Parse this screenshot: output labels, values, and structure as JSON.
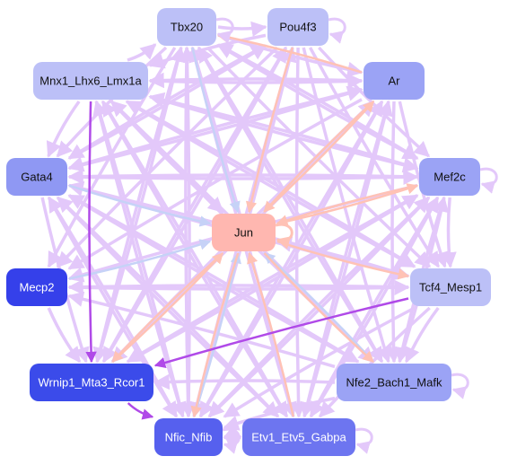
{
  "colors": {
    "edge_default": "#e3c8fa",
    "edge_strong": "#b04ae8",
    "edge_peach": "#ffc2b5",
    "edge_blue": "#c6d2f7",
    "node_light": "#bcc0f7",
    "node_mid": "#9ba3f5",
    "node_dark": "#3b4bea",
    "node_hub": "#ffb7b0",
    "label_dark": "#111111",
    "label_light": "#ffffff"
  },
  "nodes": [
    {
      "id": "tbx20",
      "label": "Tbx20",
      "fill": "#bcc0f7",
      "text": "#111111"
    },
    {
      "id": "pou4f3",
      "label": "Pou4f3",
      "fill": "#bcc0f7",
      "text": "#111111"
    },
    {
      "id": "mnx1",
      "label": "Mnx1_Lhx6_Lmx1a",
      "fill": "#bcc0f7",
      "text": "#111111"
    },
    {
      "id": "ar",
      "label": "Ar",
      "fill": "#9ba3f5",
      "text": "#111111"
    },
    {
      "id": "gata4",
      "label": "Gata4",
      "fill": "#8f98f3",
      "text": "#111111"
    },
    {
      "id": "mef2c",
      "label": "Mef2c",
      "fill": "#9ba3f5",
      "text": "#111111"
    },
    {
      "id": "jun",
      "label": "Jun",
      "fill": "#ffb7b0",
      "text": "#111111"
    },
    {
      "id": "mecp2",
      "label": "Mecp2",
      "fill": "#3540ea",
      "text": "#ffffff"
    },
    {
      "id": "tcf4",
      "label": "Tcf4_Mesp1",
      "fill": "#bcc0f7",
      "text": "#111111"
    },
    {
      "id": "wrnip1",
      "label": "Wrnip1_Mta3_Rcor1",
      "fill": "#3b4bea",
      "text": "#ffffff"
    },
    {
      "id": "nfe2",
      "label": "Nfe2_Bach1_Mafk",
      "fill": "#9ba3f5",
      "text": "#111111"
    },
    {
      "id": "nfic",
      "label": "Nfic_Nfib",
      "fill": "#5660ee",
      "text": "#ffffff"
    },
    {
      "id": "etv1",
      "label": "Etv1_Etv5_Gabpa",
      "fill": "#6d75f0",
      "text": "#ffffff"
    }
  ],
  "edges": [
    {
      "from": "tbx20",
      "to": "pou4f3",
      "style": "default"
    },
    {
      "from": "tbx20",
      "to": "ar",
      "style": "default"
    },
    {
      "from": "tbx20",
      "to": "mef2c",
      "style": "default"
    },
    {
      "from": "tbx20",
      "to": "gata4",
      "style": "default"
    },
    {
      "from": "tbx20",
      "to": "mecp2",
      "style": "default"
    },
    {
      "from": "tbx20",
      "to": "wrnip1",
      "style": "default"
    },
    {
      "from": "tbx20",
      "to": "nfic",
      "style": "default"
    },
    {
      "from": "tbx20",
      "to": "etv1",
      "style": "default"
    },
    {
      "from": "tbx20",
      "to": "nfe2",
      "style": "default"
    },
    {
      "from": "tbx20",
      "to": "tcf4",
      "style": "default"
    },
    {
      "from": "tbx20",
      "to": "jun",
      "style": "blue"
    },
    {
      "from": "pou4f3",
      "to": "mnx1",
      "style": "default"
    },
    {
      "from": "pou4f3",
      "to": "gata4",
      "style": "default"
    },
    {
      "from": "pou4f3",
      "to": "mef2c",
      "style": "default"
    },
    {
      "from": "pou4f3",
      "to": "mecp2",
      "style": "default"
    },
    {
      "from": "pou4f3",
      "to": "wrnip1",
      "style": "default"
    },
    {
      "from": "pou4f3",
      "to": "nfic",
      "style": "default"
    },
    {
      "from": "pou4f3",
      "to": "etv1",
      "style": "default"
    },
    {
      "from": "pou4f3",
      "to": "nfe2",
      "style": "default"
    },
    {
      "from": "pou4f3",
      "to": "tcf4",
      "style": "default"
    },
    {
      "from": "pou4f3",
      "to": "jun",
      "style": "peach"
    },
    {
      "from": "mnx1",
      "to": "tbx20",
      "style": "default"
    },
    {
      "from": "mnx1",
      "to": "ar",
      "style": "default"
    },
    {
      "from": "mnx1",
      "to": "mef2c",
      "style": "default"
    },
    {
      "from": "mnx1",
      "to": "gata4",
      "style": "default"
    },
    {
      "from": "mnx1",
      "to": "wrnip1",
      "style": "strong"
    },
    {
      "from": "mnx1",
      "to": "nfic",
      "style": "default"
    },
    {
      "from": "mnx1",
      "to": "etv1",
      "style": "default"
    },
    {
      "from": "mnx1",
      "to": "nfe2",
      "style": "default"
    },
    {
      "from": "mnx1",
      "to": "tcf4",
      "style": "default"
    },
    {
      "from": "mnx1",
      "to": "jun",
      "style": "default"
    },
    {
      "from": "ar",
      "to": "tbx20",
      "style": "peach"
    },
    {
      "from": "ar",
      "to": "mnx1",
      "style": "default"
    },
    {
      "from": "ar",
      "to": "gata4",
      "style": "default"
    },
    {
      "from": "ar",
      "to": "mecp2",
      "style": "default"
    },
    {
      "from": "ar",
      "to": "wrnip1",
      "style": "default"
    },
    {
      "from": "ar",
      "to": "nfic",
      "style": "default"
    },
    {
      "from": "ar",
      "to": "etv1",
      "style": "default"
    },
    {
      "from": "ar",
      "to": "nfe2",
      "style": "default"
    },
    {
      "from": "ar",
      "to": "tcf4",
      "style": "default"
    },
    {
      "from": "ar",
      "to": "jun",
      "style": "peach"
    },
    {
      "from": "gata4",
      "to": "pou4f3",
      "style": "default"
    },
    {
      "from": "gata4",
      "to": "ar",
      "style": "default"
    },
    {
      "from": "gata4",
      "to": "mef2c",
      "style": "default"
    },
    {
      "from": "gata4",
      "to": "wrnip1",
      "style": "default"
    },
    {
      "from": "gata4",
      "to": "nfic",
      "style": "default"
    },
    {
      "from": "gata4",
      "to": "etv1",
      "style": "default"
    },
    {
      "from": "gata4",
      "to": "nfe2",
      "style": "default"
    },
    {
      "from": "gata4",
      "to": "tcf4",
      "style": "default"
    },
    {
      "from": "gata4",
      "to": "jun",
      "style": "blue"
    },
    {
      "from": "mef2c",
      "to": "tbx20",
      "style": "default"
    },
    {
      "from": "mef2c",
      "to": "mnx1",
      "style": "default"
    },
    {
      "from": "mef2c",
      "to": "gata4",
      "style": "default"
    },
    {
      "from": "mef2c",
      "to": "mecp2",
      "style": "default"
    },
    {
      "from": "mef2c",
      "to": "wrnip1",
      "style": "default"
    },
    {
      "from": "mef2c",
      "to": "nfic",
      "style": "default"
    },
    {
      "from": "mef2c",
      "to": "etv1",
      "style": "default"
    },
    {
      "from": "mef2c",
      "to": "nfe2",
      "style": "default"
    },
    {
      "from": "mef2c",
      "to": "tcf4",
      "style": "default"
    },
    {
      "from": "mef2c",
      "to": "jun",
      "style": "peach"
    },
    {
      "from": "mecp2",
      "to": "tcf4",
      "style": "default"
    },
    {
      "from": "mecp2",
      "to": "wrnip1",
      "style": "default"
    },
    {
      "from": "mecp2",
      "to": "jun",
      "style": "blue"
    },
    {
      "from": "tcf4",
      "to": "mnx1",
      "style": "default"
    },
    {
      "from": "tcf4",
      "to": "gata4",
      "style": "default"
    },
    {
      "from": "tcf4",
      "to": "mecp2",
      "style": "default"
    },
    {
      "from": "tcf4",
      "to": "wrnip1",
      "style": "strong"
    },
    {
      "from": "tcf4",
      "to": "nfic",
      "style": "default"
    },
    {
      "from": "tcf4",
      "to": "etv1",
      "style": "default"
    },
    {
      "from": "tcf4",
      "to": "nfe2",
      "style": "default"
    },
    {
      "from": "tcf4",
      "to": "jun",
      "style": "default"
    },
    {
      "from": "wrnip1",
      "to": "nfic",
      "style": "strong"
    },
    {
      "from": "wrnip1",
      "to": "tbx20",
      "style": "default"
    },
    {
      "from": "wrnip1",
      "to": "pou4f3",
      "style": "default"
    },
    {
      "from": "wrnip1",
      "to": "ar",
      "style": "default"
    },
    {
      "from": "wrnip1",
      "to": "mef2c",
      "style": "default"
    },
    {
      "from": "wrnip1",
      "to": "jun",
      "style": "peach"
    },
    {
      "from": "nfe2",
      "to": "tbx20",
      "style": "default"
    },
    {
      "from": "nfe2",
      "to": "mnx1",
      "style": "default"
    },
    {
      "from": "nfe2",
      "to": "gata4",
      "style": "default"
    },
    {
      "from": "nfe2",
      "to": "mecp2",
      "style": "default"
    },
    {
      "from": "nfe2",
      "to": "wrnip1",
      "style": "default"
    },
    {
      "from": "nfe2",
      "to": "nfic",
      "style": "default"
    },
    {
      "from": "nfe2",
      "to": "mef2c",
      "style": "default"
    },
    {
      "from": "nfe2",
      "to": "jun",
      "style": "blue"
    },
    {
      "from": "nfic",
      "to": "tbx20",
      "style": "default"
    },
    {
      "from": "nfic",
      "to": "pou4f3",
      "style": "default"
    },
    {
      "from": "nfic",
      "to": "ar",
      "style": "default"
    },
    {
      "from": "nfic",
      "to": "mef2c",
      "style": "default"
    },
    {
      "from": "nfic",
      "to": "mnx1",
      "style": "default"
    },
    {
      "from": "nfic",
      "to": "gata4",
      "style": "default"
    },
    {
      "from": "nfic",
      "to": "etv1",
      "style": "default"
    },
    {
      "from": "nfic",
      "to": "jun",
      "style": "blue"
    },
    {
      "from": "etv1",
      "to": "nfic",
      "style": "default"
    },
    {
      "from": "etv1",
      "to": "tbx20",
      "style": "default"
    },
    {
      "from": "etv1",
      "to": "mnx1",
      "style": "default"
    },
    {
      "from": "etv1",
      "to": "gata4",
      "style": "default"
    },
    {
      "from": "etv1",
      "to": "ar",
      "style": "default"
    },
    {
      "from": "etv1",
      "to": "mef2c",
      "style": "default"
    },
    {
      "from": "etv1",
      "to": "jun",
      "style": "peach"
    },
    {
      "from": "jun",
      "to": "ar",
      "style": "peach"
    },
    {
      "from": "jun",
      "to": "mef2c",
      "style": "peach"
    },
    {
      "from": "jun",
      "to": "tcf4",
      "style": "peach"
    },
    {
      "from": "jun",
      "to": "nfe2",
      "style": "peach"
    },
    {
      "from": "jun",
      "to": "nfic",
      "style": "peach"
    },
    {
      "from": "jun",
      "to": "wrnip1",
      "style": "peach"
    }
  ],
  "self_loops": [
    "tbx20",
    "pou4f3",
    "mef2c",
    "jun",
    "nfe2",
    "nfic",
    "etv1"
  ]
}
